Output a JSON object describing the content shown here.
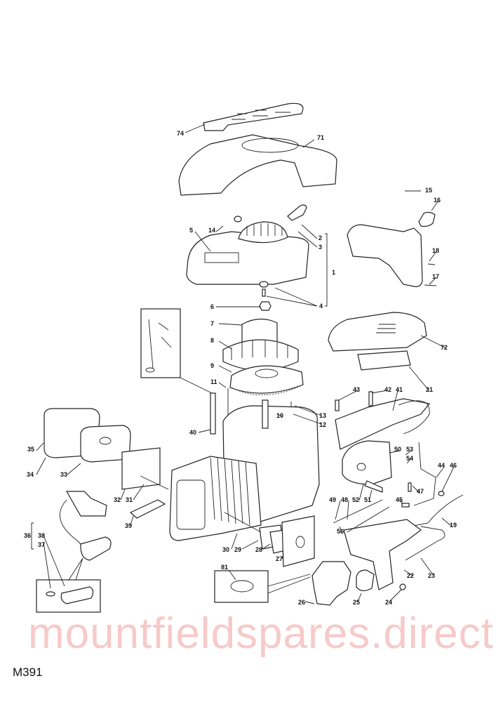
{
  "diagram_code": "M391",
  "watermark": "mountfieldspares.direct",
  "callouts": {
    "p74": "74",
    "p71": "71",
    "p15": "15",
    "p16": "16",
    "p14": "14",
    "p5": "5",
    "p2": "2",
    "p3": "3",
    "p1": "1",
    "p18": "18",
    "p17": "17",
    "p4": "4",
    "p6": "6",
    "p7": "7",
    "p8": "8",
    "p9": "9",
    "p72": "72",
    "p11": "11",
    "p21": "21",
    "p43": "43",
    "p42": "42",
    "p41": "41",
    "p13": "13",
    "p10": "10",
    "p12": "12",
    "p40": "40",
    "p35": "35",
    "p50": "50",
    "p53": "53",
    "p54": "54",
    "p44": "44",
    "p46": "46",
    "p34": "34",
    "p33": "33",
    "p47": "47",
    "p32": "32",
    "p31": "31",
    "p52": "52",
    "p51": "51",
    "p49": "49",
    "p48": "48",
    "p45": "45",
    "p19": "19",
    "p39": "39",
    "p56": "56",
    "p36": "36",
    "p38": "38",
    "p37": "37",
    "p30": "30",
    "p29": "29",
    "p28": "28",
    "p27": "27",
    "p22": "22",
    "p23": "23",
    "p81": "81",
    "p26": "26",
    "p25": "25",
    "p24": "24"
  }
}
